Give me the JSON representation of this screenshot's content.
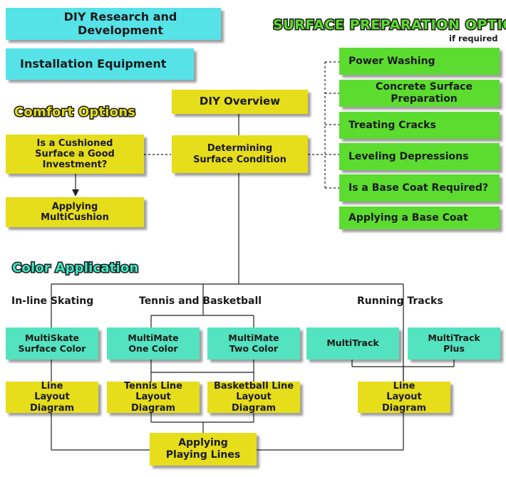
{
  "top_left": {
    "research": "DIY Research and Development",
    "equipment": "Installation Equipment"
  },
  "surface_prep": {
    "title": "SURFACE PREPARATION OPTION",
    "note": "if required",
    "items": [
      "Power Washing",
      "Concrete Surface Preparation",
      "Treating Cracks",
      "Leveling Depressions",
      "Is a Base Coat Required?",
      "Applying a Base Coat"
    ]
  },
  "comfort": {
    "title": "Comfort Options",
    "question": "Is a Cushioned Surface a Good Investment?",
    "applying": "Applying MultiCushion"
  },
  "center": {
    "overview": "DIY Overview",
    "determining": "Determining Surface Condition"
  },
  "color": {
    "title": "Color Application",
    "inline_head": "In-line Skating",
    "tennis_head": "Tennis and Basketball",
    "running_head": "Running Tracks",
    "multiskate": "MultiSkate Surface Color",
    "multimate_one": "MultiMate One Color",
    "multimate_two": "MultiMate Two Color",
    "multitrack": "MultiTrack",
    "multitrack_plus": "MultiTrack Plus",
    "line_layout_left": "Line Layout Diagram",
    "tennis_line": "Tennis Line Layout Diagram",
    "basketball_line": "Basketball Line Layout Diagram",
    "line_layout_right": "Line Layout Diagram",
    "playing_lines": "Applying Playing Lines"
  },
  "colors": {
    "cyan": "#55e3e8",
    "yellow": "#e6dd1b",
    "green": "#5cdc2f",
    "teal": "#53e3bf"
  }
}
